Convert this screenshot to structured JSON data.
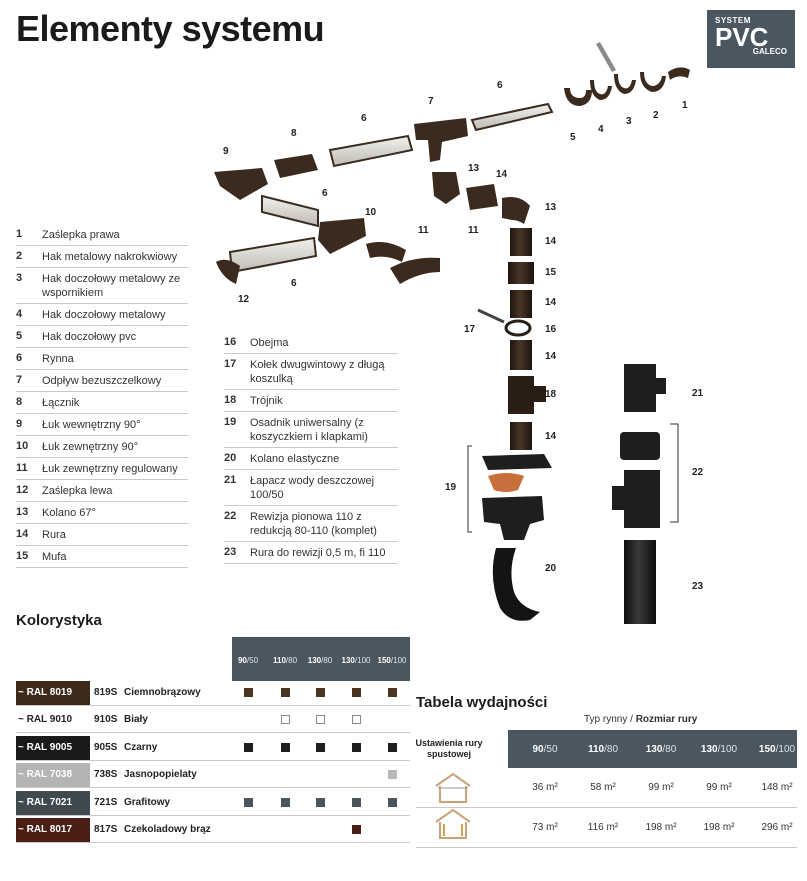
{
  "title": "Elementy systemu",
  "badge": {
    "system": "SYSTEM",
    "pvc": "PVC",
    "brand": "GALECO"
  },
  "legend_left": [
    {
      "num": "1",
      "label": "Zaślepka prawa"
    },
    {
      "num": "2",
      "label": "Hak metalowy nakrokwiowy"
    },
    {
      "num": "3",
      "label": "Hak doczołowy metalowy ze wspornikiem"
    },
    {
      "num": "4",
      "label": "Hak doczołowy metalowy"
    },
    {
      "num": "5",
      "label": "Hak doczołowy pvc"
    },
    {
      "num": "6",
      "label": "Rynna"
    },
    {
      "num": "7",
      "label": "Odpływ bezuszczelkowy"
    },
    {
      "num": "8",
      "label": "Łącznik"
    },
    {
      "num": "9",
      "label": "Łuk wewnętrzny 90°"
    },
    {
      "num": "10",
      "label": "Łuk zewnętrzny 90°"
    },
    {
      "num": "11",
      "label": "Łuk zewnętrzny regulowany"
    },
    {
      "num": "12",
      "label": "Zaślepka lewa"
    },
    {
      "num": "13",
      "label": "Kolano 67°"
    },
    {
      "num": "14",
      "label": "Rura"
    },
    {
      "num": "15",
      "label": "Mufa"
    }
  ],
  "legend_right": [
    {
      "num": "16",
      "label": "Obejma"
    },
    {
      "num": "17",
      "label": "Kołek dwugwintowy z długą koszulką"
    },
    {
      "num": "18",
      "label": "Trójnik"
    },
    {
      "num": "19",
      "label": "Osadnik uniwersalny (z koszyczkiem i klapkami)"
    },
    {
      "num": "20",
      "label": "Kolano elastyczne"
    },
    {
      "num": "21",
      "label": "Łapacz wody deszczowej 100/50"
    },
    {
      "num": "22",
      "label": "Rewizja pionowa 110 z redukcją 80-110 (komplet)"
    },
    {
      "num": "23",
      "label": "Rura do rewizji 0,5 m, fi 110"
    }
  ],
  "diagram_labels": [
    "1",
    "2",
    "3",
    "4",
    "5",
    "6",
    "7",
    "6",
    "8",
    "9",
    "6",
    "10",
    "11",
    "11",
    "12",
    "6",
    "13",
    "14",
    "13",
    "14",
    "15",
    "14",
    "17",
    "16",
    "14",
    "18",
    "14",
    "19",
    "20",
    "21",
    "22",
    "23"
  ],
  "colors": {
    "brown": "#3b2a1e",
    "header": "#4a5660",
    "gutter": "#d8d6d0"
  },
  "kolorystyka": {
    "title": "Kolorystyka",
    "sizes": [
      {
        "main": "90",
        "sub": "/50"
      },
      {
        "main": "110",
        "sub": "/80"
      },
      {
        "main": "130",
        "sub": "/80"
      },
      {
        "main": "130",
        "sub": "/100"
      },
      {
        "main": "150",
        "sub": "/100"
      }
    ],
    "rows": [
      {
        "ral": "~ RAL 8019",
        "code": "819S",
        "name": "Ciemnobrązowy",
        "bg": "#3d2a1a",
        "fg": "#ffffff",
        "sq": "#4a3520",
        "avail": [
          1,
          1,
          1,
          1,
          1
        ]
      },
      {
        "ral": "~ RAL 9010",
        "code": "910S",
        "name": "Biały",
        "bg": "#ffffff",
        "fg": "#222222",
        "sq": "#ffffff",
        "avail": [
          0,
          1,
          1,
          1,
          0
        ]
      },
      {
        "ral": "~ RAL 9005",
        "code": "905S",
        "name": "Czarny",
        "bg": "#1a1a1a",
        "fg": "#ffffff",
        "sq": "#1e1e1e",
        "avail": [
          1,
          1,
          1,
          1,
          1
        ]
      },
      {
        "ral": "~ RAL 7038",
        "code": "738S",
        "name": "Jasnopopielaty",
        "bg": "#b4b4b4",
        "fg": "#ffffff",
        "sq": "#b8b8b8",
        "avail": [
          0,
          0,
          0,
          0,
          1
        ]
      },
      {
        "ral": "~ RAL 7021",
        "code": "721S",
        "name": "Grafitowy",
        "bg": "#3f4950",
        "fg": "#ffffff",
        "sq": "#4a555e",
        "avail": [
          1,
          1,
          1,
          1,
          1
        ]
      },
      {
        "ral": "~ RAL 8017",
        "code": "817S",
        "name": "Czekoladowy brąz",
        "bg": "#4a1e14",
        "fg": "#ffffff",
        "sq": "#4a1e14",
        "avail": [
          0,
          0,
          0,
          1,
          0
        ]
      }
    ]
  },
  "wydajnosc": {
    "title": "Tabela wydajności",
    "note_a": "Typ rynny / ",
    "note_b": "Rozmiar rury",
    "row_label": "Ustawienia rury spustowej",
    "sizes": [
      {
        "main": "90",
        "sub": "/50"
      },
      {
        "main": "110",
        "sub": "/80"
      },
      {
        "main": "130",
        "sub": "/80"
      },
      {
        "main": "130",
        "sub": "/100"
      },
      {
        "main": "150",
        "sub": "/100"
      }
    ],
    "rows": [
      [
        "36 m²",
        "58 m²",
        "99 m²",
        "99 m²",
        "148 m²"
      ],
      [
        "73 m²",
        "116 m²",
        "198 m²",
        "198 m²",
        "296 m²"
      ]
    ]
  }
}
